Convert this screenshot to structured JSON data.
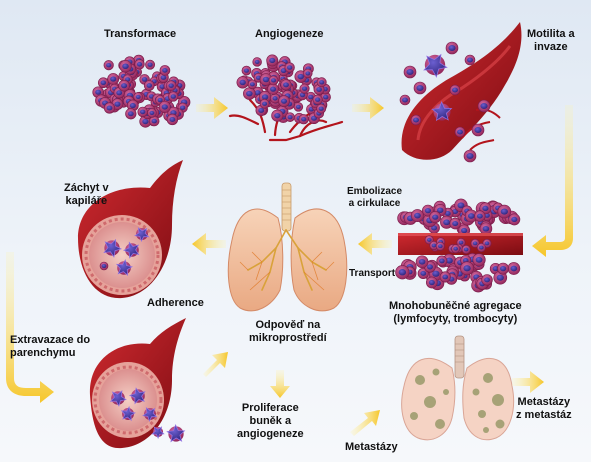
{
  "diagram": {
    "stages": {
      "transformation": "Transformace",
      "angiogenesis": "Angiogeneze",
      "motility": [
        "Motilita a",
        "invaze"
      ],
      "embolization": [
        "Embolizace",
        "a cirkulace"
      ],
      "transport": "Transport",
      "aggregation": [
        "Mnohobuněčné agregace",
        "(lymfocyty, trombocyty)"
      ],
      "response": [
        "Odpověď na",
        "mikroprostředí"
      ],
      "capture": [
        "Záchyt v",
        "kapiláře"
      ],
      "adherence": "Adherence",
      "extravasation": [
        "Extravazace do",
        "parenchymu"
      ],
      "proliferation": [
        "Proliferace",
        "buněk a",
        "angiogeneze"
      ],
      "metastases": "Metastázy",
      "metastases_of_metastases": [
        "Metastázy",
        "z metastáz"
      ]
    },
    "colors": {
      "arrow": "#f6c62a",
      "cell": "#b63a7a",
      "nucleus": "#3a2f9a",
      "vessel": "#a5131c",
      "lung": "#f2c2a3",
      "background": "#e4ecf5"
    }
  }
}
